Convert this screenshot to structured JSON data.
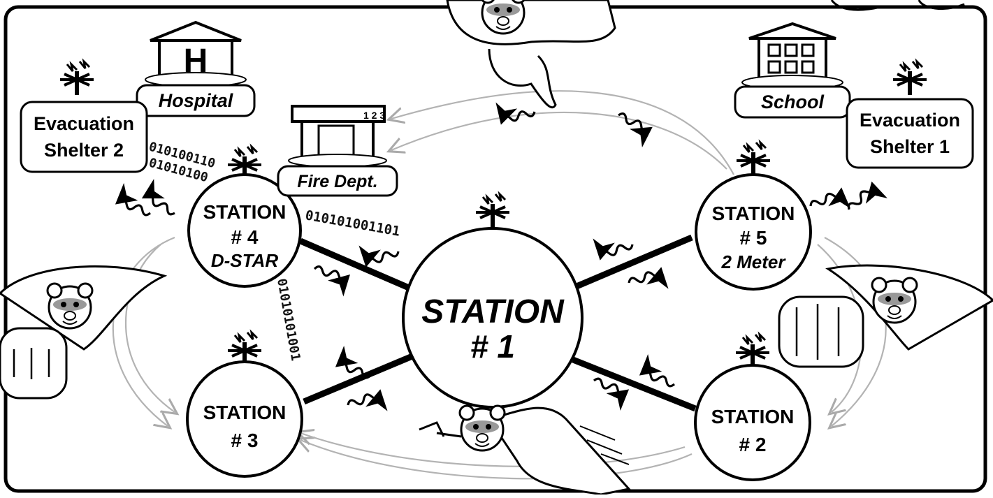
{
  "stations": {
    "s1": {
      "name": "STATION",
      "num": "# 1"
    },
    "s2": {
      "name": "STATION",
      "num": "# 2"
    },
    "s3": {
      "name": "STATION",
      "num": "# 3"
    },
    "s4": {
      "name": "STATION",
      "num": "# 4",
      "mode": "D-STAR"
    },
    "s5": {
      "name": "STATION",
      "num": "# 5",
      "mode": "2 Meter"
    }
  },
  "places": {
    "hospital": "Hospital",
    "hospital_sign": "H",
    "fire": "Fire Dept.",
    "fire_number": "1 2 3",
    "school": "School",
    "shelter2": {
      "line1": "Evacuation",
      "line2": "Shelter 2"
    },
    "shelter1": {
      "line1": "Evacuation",
      "line2": "Shelter 1"
    }
  },
  "binary": {
    "a": "010100110",
    "b": "01010100",
    "c": "010101001101",
    "d": "01010101001"
  },
  "colors": {
    "ink": "#000000",
    "paper": "#ffffff",
    "arrow_gray": "#b3b3b3",
    "frame_bg": "#f2f2f2"
  }
}
